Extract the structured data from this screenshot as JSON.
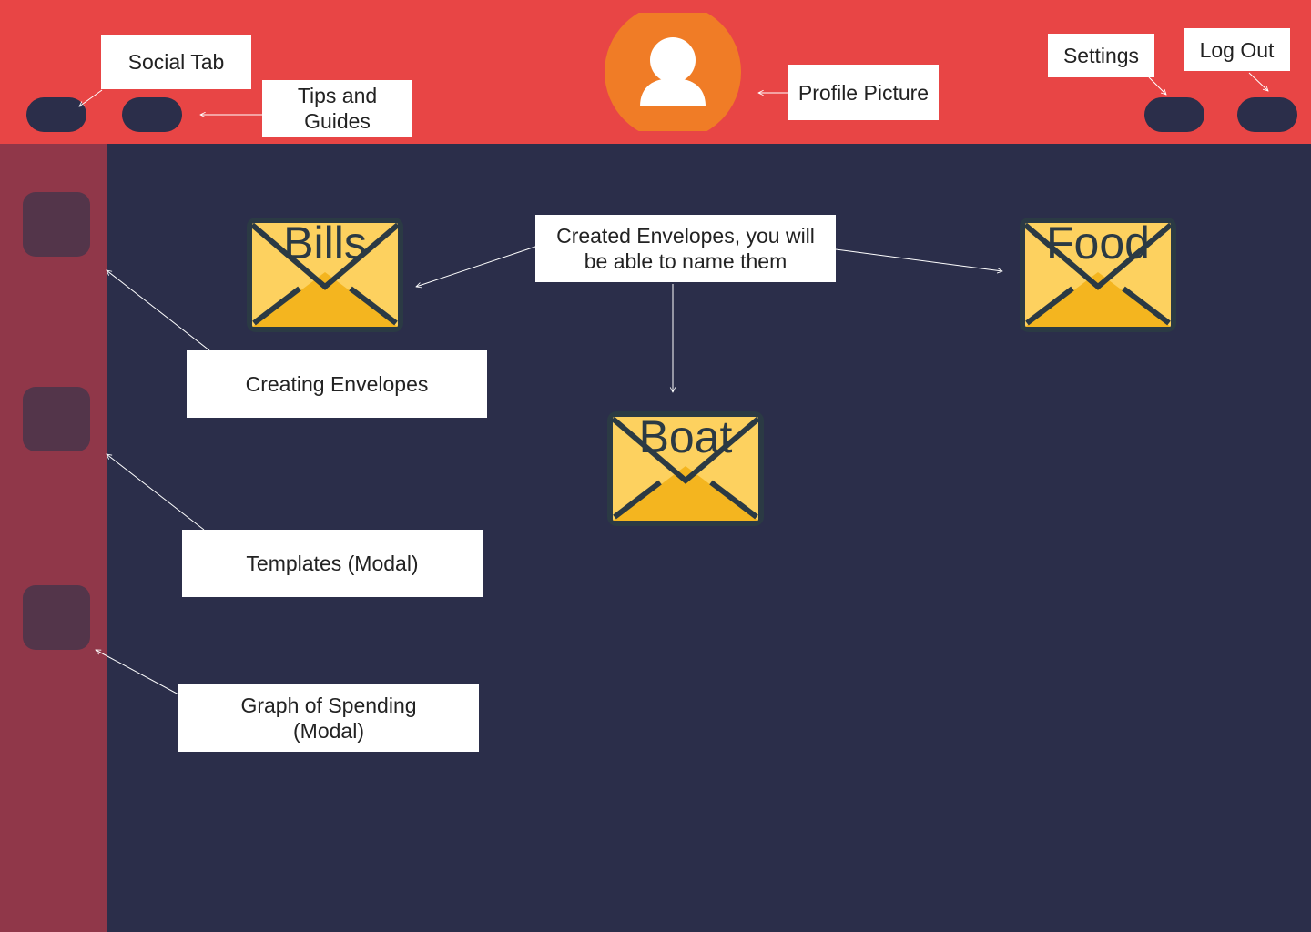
{
  "header": {
    "social_tab_button": {
      "icon": "pill-button"
    },
    "tips_button": {
      "icon": "pill-button"
    },
    "settings_button": {
      "icon": "pill-button"
    },
    "logout_button": {
      "icon": "pill-button"
    },
    "profile_picture": {
      "icon": "user-silhouette-icon"
    }
  },
  "sidebar": {
    "buttons": [
      {
        "icon": "creating-envelopes-button"
      },
      {
        "icon": "templates-button"
      },
      {
        "icon": "graph-button"
      }
    ]
  },
  "envelopes": [
    {
      "label": "Bills"
    },
    {
      "label": "Food"
    },
    {
      "label": "Boat"
    }
  ],
  "annotations": {
    "social_tab": "Social Tab",
    "tips_and_guides": "Tips and\nGuides",
    "profile_picture": "Profile Picture",
    "settings": "Settings",
    "log_out": "Log Out",
    "created_envelopes": "Created Envelopes, you will\nbe able to name them",
    "creating_envelopes": "Creating Envelopes",
    "templates": "Templates (Modal)",
    "graph_of_spending": "Graph of Spending\n(Modal)"
  },
  "colors": {
    "header": "#e84545",
    "sidebar": "#903749",
    "main": "#2b2e4a",
    "sidebar_button": "#53354a",
    "avatar": "#f07c26",
    "envelope": "#fdd15f"
  }
}
